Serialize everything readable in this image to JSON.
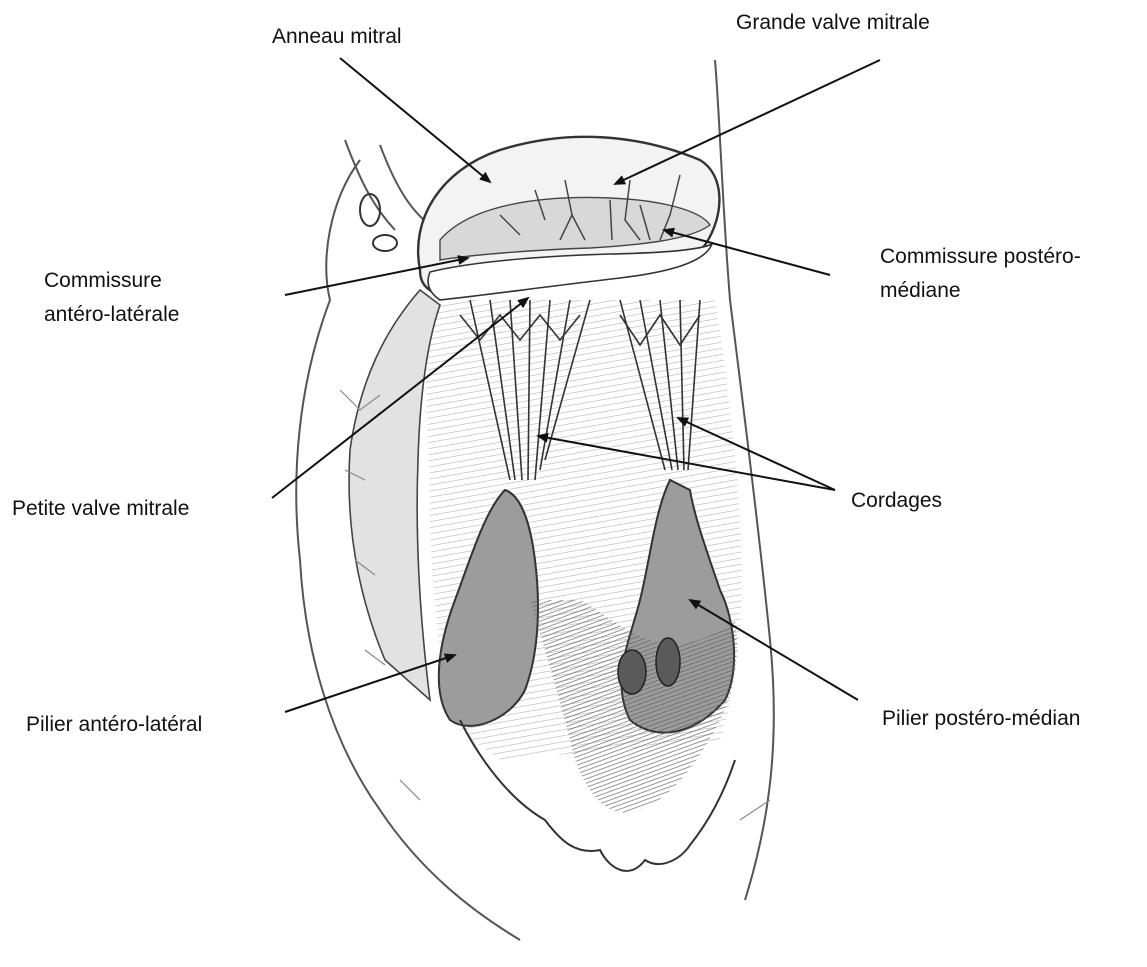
{
  "diagram": {
    "labels": {
      "anneau_mitral": "Anneau mitral",
      "grande_valve_mitrale": "Grande valve mitrale",
      "commissure_antero_laterale_line1": "Commissure",
      "commissure_antero_laterale_line2": "antéro-latérale",
      "commissure_postero_mediane_line1": "Commissure postéro-",
      "commissure_postero_mediane_line2": "médiane",
      "petite_valve_mitrale": "Petite valve mitrale",
      "cordages": "Cordages",
      "pilier_antero_lateral": "Pilier antéro-latéral",
      "pilier_postero_median": "Pilier postéro-médian"
    },
    "colors": {
      "ink": "#222222",
      "muscle_shade": "#b4b4b4",
      "pillar_shade": "#8f8f8f",
      "dark_trabeculae": "#6a6a6a",
      "background": "#ffffff"
    }
  }
}
